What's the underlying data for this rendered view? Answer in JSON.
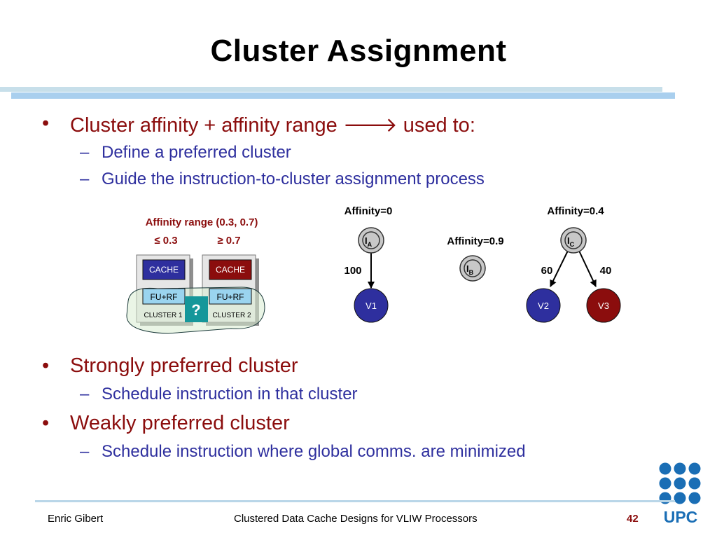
{
  "slide": {
    "title": "Cluster Assignment"
  },
  "bullets": [
    {
      "text": "Cluster affinity + affinity range",
      "text_after_arrow": "used to:",
      "subs": [
        "Define a preferred cluster",
        "Guide the instruction-to-cluster assignment process"
      ]
    },
    {
      "text": "Strongly preferred cluster",
      "subs": [
        "Schedule instruction in that cluster"
      ]
    },
    {
      "text": "Weakly preferred cluster",
      "subs": [
        "Schedule instruction where global comms. are minimized"
      ]
    }
  ],
  "markers": {
    "bullet": "•",
    "dash": "–",
    "arrow": "🡒"
  },
  "cluster_diagram": {
    "range_label": "Affinity range (0.3, 0.7)",
    "low_label": "≤ 0.3",
    "high_label": "≥ 0.7",
    "cluster1": {
      "cache": "CACHE",
      "fu": "FU+RF",
      "name": "CLUSTER 1"
    },
    "cluster2": {
      "cache": "CACHE",
      "fu": "FU+RF",
      "name": "CLUSTER 2"
    },
    "question": "?"
  },
  "graph": {
    "ia": {
      "affinity": "Affinity=0",
      "main": "I",
      "sub": "A",
      "edge_label": "100",
      "target": "V1"
    },
    "ib": {
      "affinity": "Affinity=0.9",
      "main": "I",
      "sub": "B"
    },
    "ic": {
      "affinity": "Affinity=0.4",
      "main": "I",
      "sub": "C",
      "edge_left": "60",
      "edge_right": "40",
      "target_left": "V2",
      "target_right": "V3"
    }
  },
  "footer": {
    "author": "Enric Gibert",
    "talk": "Clustered Data Cache Designs for VLIW Processors",
    "page": "42"
  },
  "logo": {
    "text": "UPC"
  },
  "colors": {
    "title": "#000000",
    "bullet": "#8b0d0d",
    "sub": "#2e2f9e",
    "cache_blue": "#2e2f9e",
    "cache_red": "#8b0d0d",
    "fu": "#9ad4ef",
    "teal": "#15979a",
    "node_grey": "#c8c8c8",
    "logo": "#1a6eb5"
  }
}
